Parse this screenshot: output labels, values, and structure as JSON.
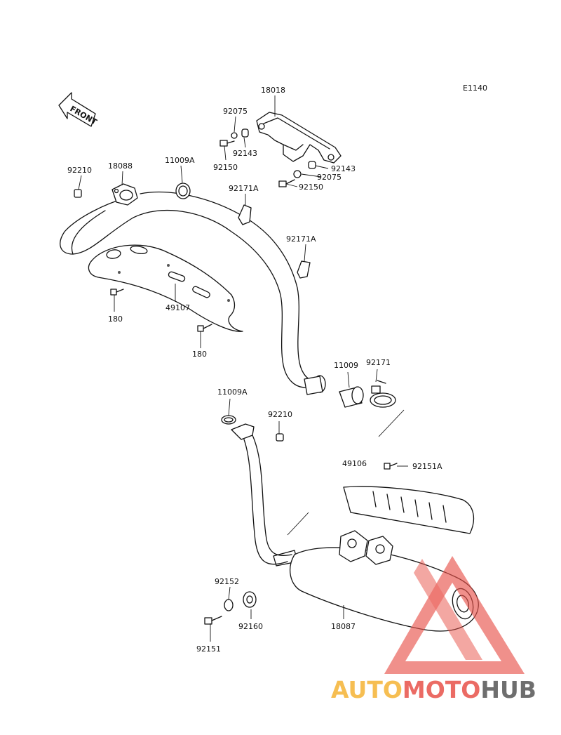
{
  "diagram_code": "E1140",
  "front_arrow_label": "FRONT",
  "part_labels": {
    "p18018": "18018",
    "p92075_top": "92075",
    "p92143_top": "92143",
    "p92150_top": "92150",
    "p92143_right": "92143",
    "p92075_right": "92075",
    "p92150_right": "92150",
    "p92210_top": "92210",
    "p18088": "18088",
    "p11009A_top": "11009A",
    "p92171A_top": "92171A",
    "p92171A_mid": "92171A",
    "p180_a": "180",
    "p49107": "49107",
    "p180_b": "180",
    "p11009": "11009",
    "p92171": "92171",
    "p11009A_low": "11009A",
    "p92210_low": "92210",
    "p49106": "49106",
    "p92151A": "92151A",
    "p92152": "92152",
    "p92160": "92160",
    "p18087": "18087",
    "p92151": "92151"
  },
  "watermark": {
    "part1": "AUTO",
    "part2": "MOTO",
    "part3": "HUB",
    "color1": "#f5b335",
    "color2": "#e8524a",
    "color3": "#555555",
    "triangle_color": "#e8524a"
  }
}
